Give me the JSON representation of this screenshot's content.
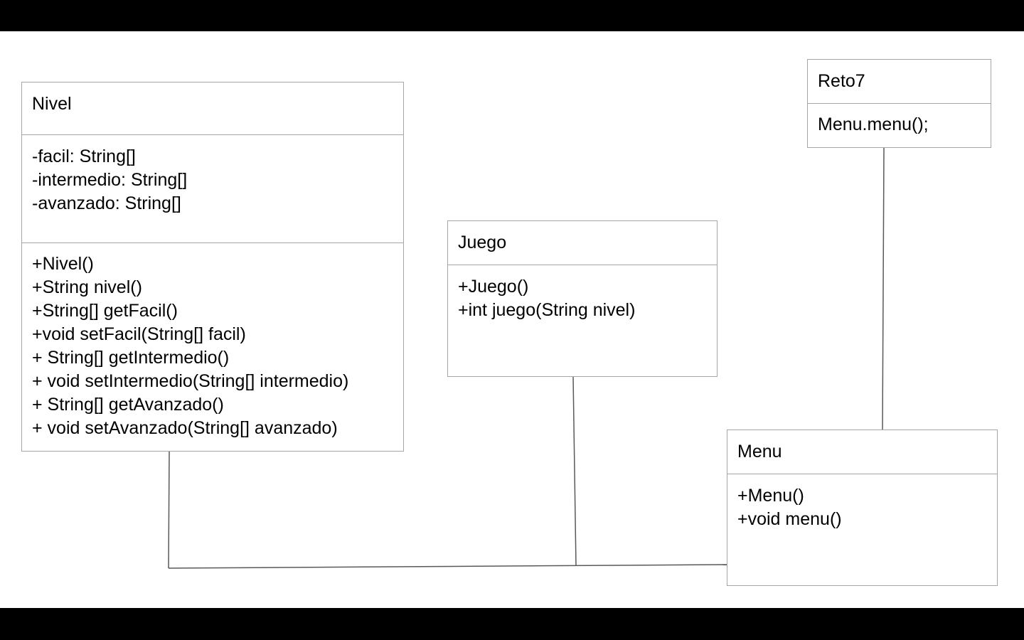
{
  "diagram": {
    "classes": {
      "nivel": {
        "name": "Nivel",
        "attributes": [
          "-facil: String[]",
          "-intermedio: String[]",
          "-avanzado: String[]"
        ],
        "methods": [
          "+Nivel()",
          "+String nivel()",
          "+String[] getFacil()",
          "+void setFacil(String[] facil)",
          "+ String[] getIntermedio()",
          "+ void setIntermedio(String[] intermedio)",
          "+ String[] getAvanzado()",
          "+ void setAvanzado(String[] avanzado)"
        ]
      },
      "juego": {
        "name": "Juego",
        "methods": [
          "+Juego()",
          "+int juego(String nivel)"
        ]
      },
      "reto7": {
        "name": "Reto7",
        "body": [
          "Menu.menu();"
        ]
      },
      "menu": {
        "name": "Menu",
        "methods": [
          "+Menu()",
          "+void menu()"
        ]
      }
    },
    "connections": [
      {
        "from": "Nivel",
        "to": "Menu"
      },
      {
        "from": "Juego",
        "to": "Menu"
      },
      {
        "from": "Reto7",
        "to": "Menu"
      }
    ],
    "colors": {
      "background": "#ffffff",
      "letterbox": "#000000",
      "box_border": "#a6a6a6",
      "connector": "#595959",
      "text": "#000000"
    }
  }
}
